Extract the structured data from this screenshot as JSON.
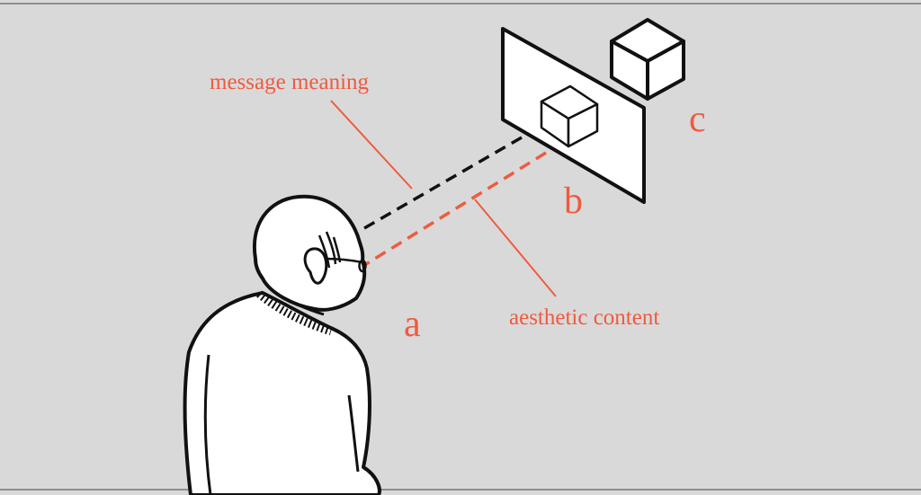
{
  "labels": {
    "message_meaning": "message meaning",
    "aesthetic_content": "aesthetic content",
    "a": "a",
    "b": "b",
    "c": "c"
  },
  "colors": {
    "background": "#d9d9da",
    "accent": "#ef5b3f",
    "ink": "#111111",
    "rule": "#8e8e8e"
  },
  "icons": [
    "viewer-figure",
    "picture-plane",
    "depicted-cube-icon",
    "real-cube-icon"
  ]
}
